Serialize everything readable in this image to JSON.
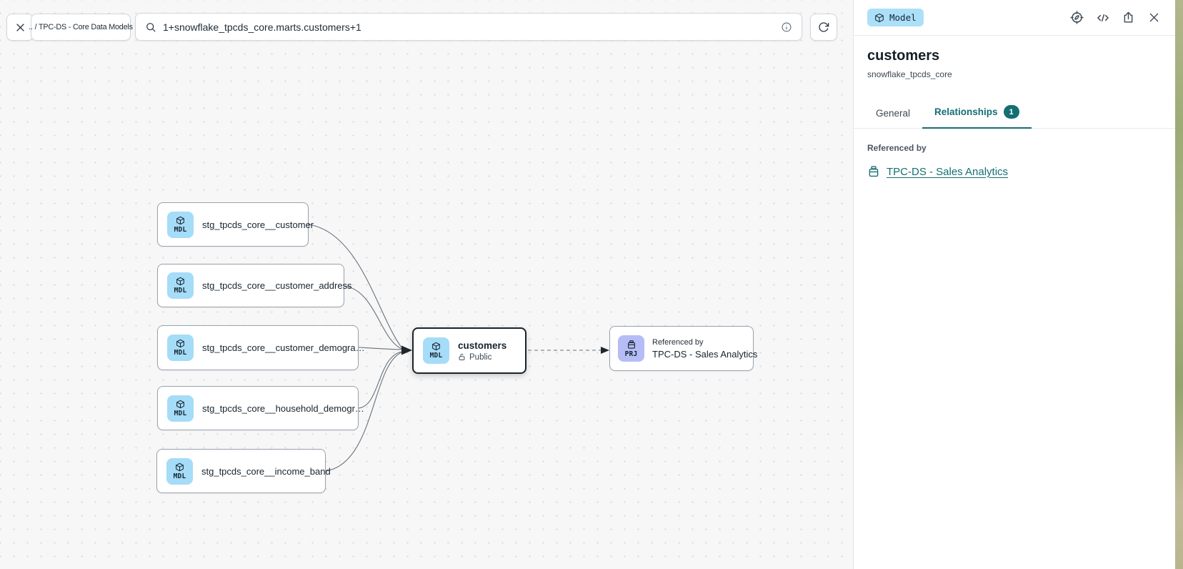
{
  "topbar": {
    "breadcrumb": ".. / TPC-DS - Core Data Models",
    "search": {
      "value": "1+snowflake_tpcds_core.marts.customers+1"
    }
  },
  "canvas": {
    "upstream": [
      {
        "badge": "MDL",
        "label": "stg_tpcds_core__customer"
      },
      {
        "badge": "MDL",
        "label": "stg_tpcds_core__customer_address"
      },
      {
        "badge": "MDL",
        "label": "stg_tpcds_core__customer_demogra…"
      },
      {
        "badge": "MDL",
        "label": "stg_tpcds_core__household_demogr…"
      },
      {
        "badge": "MDL",
        "label": "stg_tpcds_core__income_band"
      }
    ],
    "selected": {
      "badge": "MDL",
      "label": "customers",
      "access": "Public"
    },
    "downstream": {
      "badge": "PRJ",
      "kicker": "Referenced by",
      "label": "TPC-DS - Sales Analytics"
    }
  },
  "panel": {
    "type_badge": "Model",
    "title": "customers",
    "subtitle": "snowflake_tpcds_core",
    "tabs": {
      "general": "General",
      "relationships": "Relationships",
      "relationships_count": "1"
    },
    "referenced_by_label": "Referenced by",
    "link_label": "TPC-DS - Sales Analytics"
  },
  "colors": {
    "accent_teal": "#156e74",
    "model_badge_blue": "#a5dcf8",
    "project_badge_purple": "#b6bdf6"
  }
}
